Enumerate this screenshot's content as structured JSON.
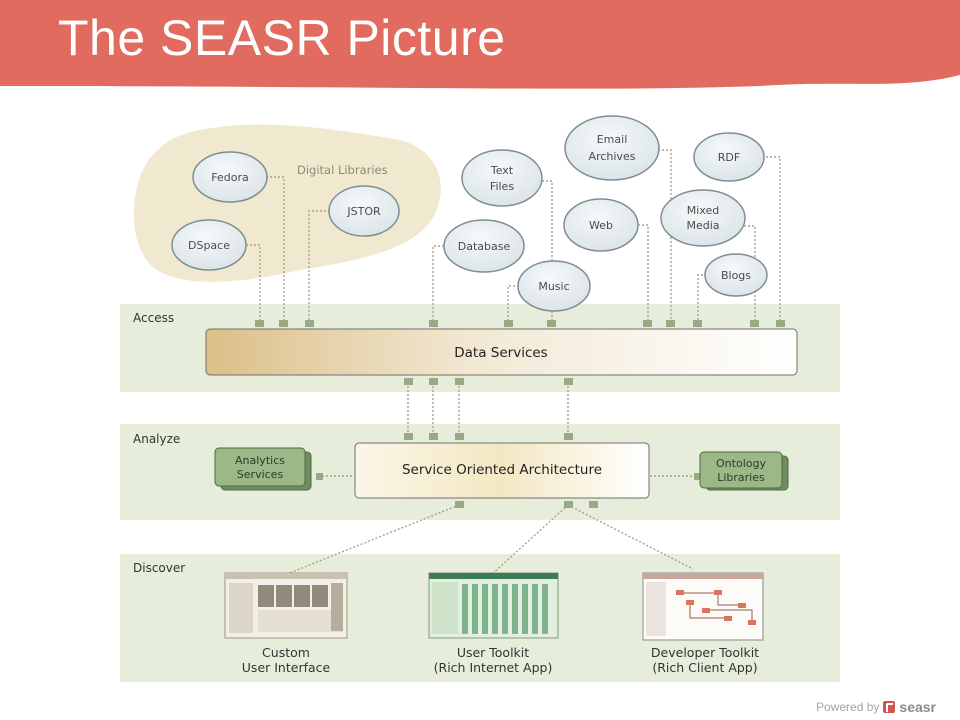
{
  "title": "The SEASR Picture",
  "colors": {
    "header": "#e06b5e",
    "layer_band": "#e6eedb",
    "digital_libraries_blob": "#f1e8d0",
    "node_fill": "#e6edf0",
    "connector": "#a8a28a",
    "connector_port": "#9aa884",
    "side_box": "#93b081"
  },
  "digital_libraries": {
    "label": "Digital Libraries",
    "nodes": [
      "Fedora",
      "JSTOR",
      "DSpace"
    ]
  },
  "sources": {
    "text_files": [
      "Text",
      "Files"
    ],
    "email_archives": [
      "Email",
      "Archives"
    ],
    "rdf": "RDF",
    "database": "Database",
    "web": "Web",
    "mixed_media": [
      "Mixed",
      "Media"
    ],
    "music": "Music",
    "blogs": "Blogs"
  },
  "layers": {
    "access": {
      "label": "Access",
      "box": "Data Services"
    },
    "analyze": {
      "label": "Analyze",
      "box": "Service Oriented Architecture",
      "left_box": [
        "Analytics",
        "Services"
      ],
      "right_box": [
        "Ontology",
        "Libraries"
      ]
    },
    "discover": {
      "label": "Discover",
      "apps": [
        {
          "line1": "Custom",
          "line2": "User Interface"
        },
        {
          "line1": "User Toolkit",
          "line2": "(Rich Internet App)"
        },
        {
          "line1": "Developer Toolkit",
          "line2": "(Rich Client App)"
        }
      ]
    }
  },
  "footer": {
    "powered_by": "Powered by",
    "brand": "seasr"
  }
}
